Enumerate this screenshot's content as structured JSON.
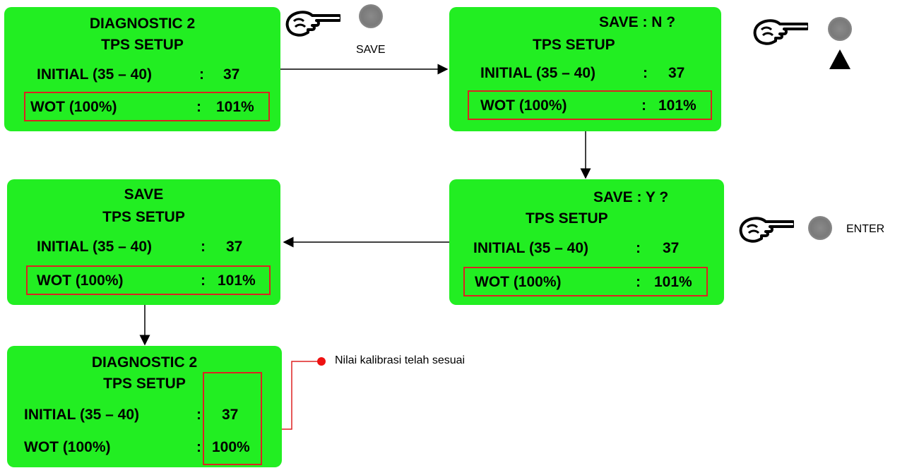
{
  "panel1": {
    "title1": "DIAGNOSTIC 2",
    "title2": "TPS SETUP",
    "initial_label": "INITIAL (35 – 40)",
    "initial_sep": ":",
    "initial_value": "37",
    "wot_label": "WOT (100%)",
    "wot_sep": ":",
    "wot_value": "101%"
  },
  "panel2": {
    "save_prompt": "SAVE  : N  ?",
    "title2": "TPS SETUP",
    "initial_label": "INITIAL (35 – 40)",
    "initial_sep": ":",
    "initial_value": "37",
    "wot_label": "WOT (100%)",
    "wot_sep": ":",
    "wot_value": "101%"
  },
  "panel3": {
    "save_prompt": "SAVE  : Y  ?",
    "title2": "TPS SETUP",
    "initial_label": "INITIAL (35 – 40)",
    "initial_sep": ":",
    "initial_value": "37",
    "wot_label": "WOT (100%)",
    "wot_sep": ":",
    "wot_value": "101%"
  },
  "panel4": {
    "title1": "SAVE",
    "title2": "TPS SETUP",
    "initial_label": "INITIAL (35 – 40)",
    "initial_sep": ":",
    "initial_value": "37",
    "wot_label": "WOT (100%)",
    "wot_sep": ":",
    "wot_value": "101%"
  },
  "panel5": {
    "title1": "DIAGNOSTIC 2",
    "title2": "TPS SETUP",
    "initial_label": "INITIAL (35 – 40)",
    "initial_sep": ":",
    "initial_value": "37",
    "wot_label": "WOT (100%)",
    "wot_sep": ":",
    "wot_value": "100%"
  },
  "captions": {
    "save": "SAVE",
    "enter": "ENTER",
    "note": "Nilai kalibrasi telah  sesuai"
  },
  "icons": {
    "hand": "pointing-hand-icon",
    "button": "round-button-icon",
    "up": "up-triangle-icon"
  },
  "colors": {
    "panel": "#22ee22",
    "highlight": "#dd2222"
  }
}
